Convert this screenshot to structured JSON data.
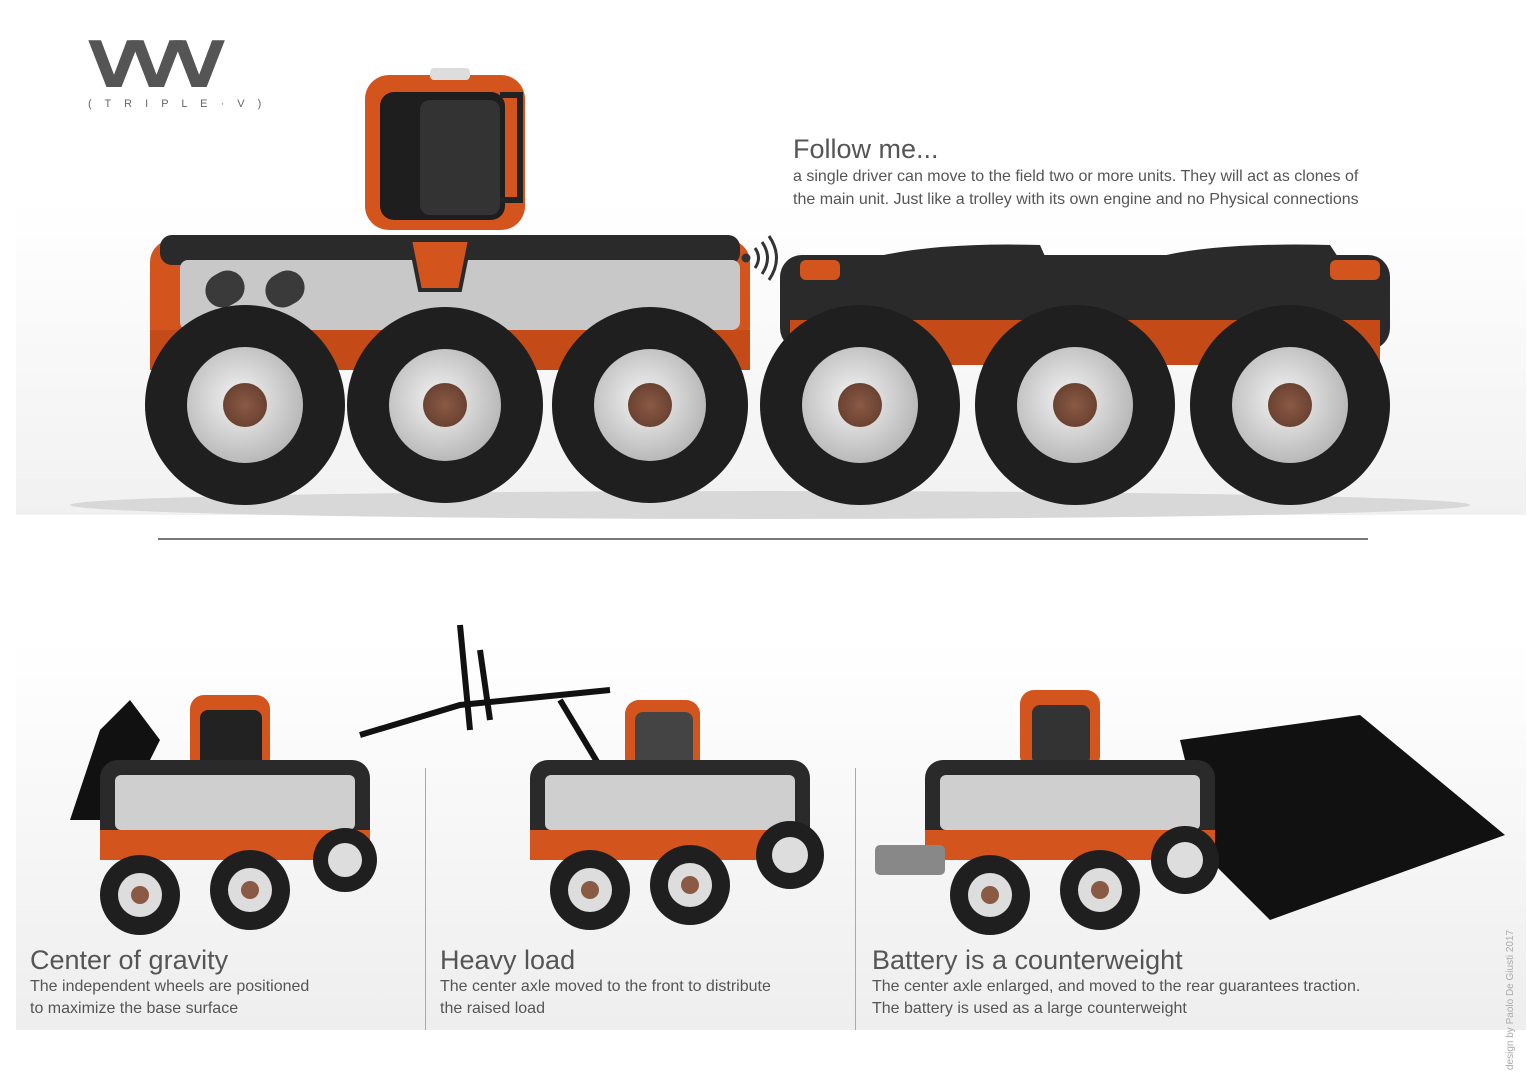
{
  "logo": {
    "mark": "VVV",
    "subtitle": "( T R I P L E · V )"
  },
  "follow": {
    "title": "Follow me...",
    "line1": "a single driver can move to the field two or more units. They will act as clones of",
    "line2": "the main unit. Just like a trolley with its own engine and no Physical connections"
  },
  "sections": [
    {
      "title": "Center of gravity",
      "line1": "The independent wheels are positioned",
      "line2": "to maximize the base surface"
    },
    {
      "title": "Heavy load",
      "line1": "The center axle moved to the front to distribute",
      "line2": "the raised load"
    },
    {
      "title": "Battery is a counterweight",
      "line1": "The center axle enlarged, and moved to the rear guarantees traction.",
      "line2": "The battery is used as a large counterweight"
    }
  ],
  "credit": "design by Paolo De Giusti 2017",
  "colors": {
    "accent": "#d4541e",
    "body": "#2a2a2a",
    "panel": "#c8c8c8",
    "hub": "#8a5a44"
  }
}
